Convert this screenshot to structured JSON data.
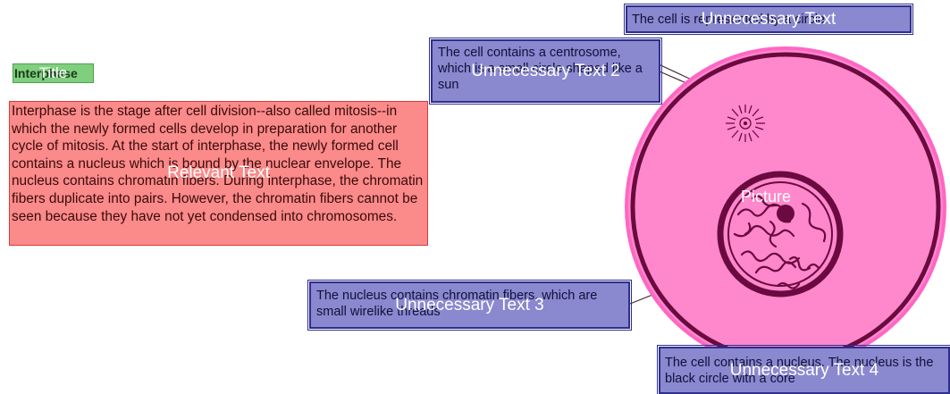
{
  "title": {
    "text": "Interphase",
    "label": "Title"
  },
  "relevant_text": {
    "text": "Interphase is the stage after cell division--also called mitosis--in which the newly formed cells develop in preparation for another cycle of mitosis. At the start of interphase, the newly formed cell contains a nucleus which is bound by the nuclear envelope. The nucleus contains chromatin fibers. During interphase, the chromatin fibers duplicate into pairs. However, the chromatin fibers cannot be seen because they have not yet condensed into chromosomes.",
    "label": "Relevant Text"
  },
  "picture": {
    "label": "Picture"
  },
  "annotations": [
    {
      "text": "The cell is represented by a circle",
      "label": "Unnecessary Text"
    },
    {
      "text": "The cell contains a centrosome, which is a small circle shaped like a sun",
      "label": "Unnecessary Text 2"
    },
    {
      "text": "The nucleus contains chromatin fibers, which are small wirelike threads",
      "label": "Unnecessary Text 3"
    },
    {
      "text": "The cell contains a nucleus. The nucleus is the black circle with a core",
      "label": "Unnecessary Text 4"
    }
  ],
  "colors": {
    "title_box": "#7fcf7f",
    "relevant_box": "#fb8a8a",
    "annotation_box": "#8a88cf",
    "picture_region": "#ff88cc",
    "cell_outline": "#6a0a40"
  }
}
